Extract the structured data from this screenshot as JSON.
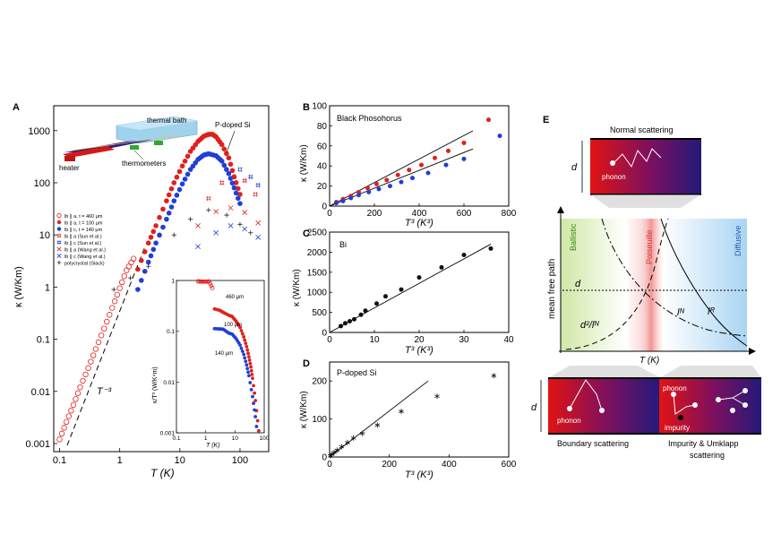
{
  "panels": {
    "A": {
      "label": "A",
      "xlabel": "T (K)",
      "ylabel": "κ (W/Km)",
      "slope_label": "T⁻³",
      "callout": "P-doped Si",
      "schematic": {
        "bath": "thermal bath",
        "heater": "heater",
        "thermometers": "thermometers"
      },
      "legend": [
        {
          "label": "lb ∥ a, t = 460 μm",
          "color": "#e0201b",
          "marker": "circle-open"
        },
        {
          "label": "lb ∥ a, t = 100 μm",
          "color": "#e0201b",
          "marker": "circle"
        },
        {
          "label": "lb ∥ c, t = 140 μm",
          "color": "#1f3fd6",
          "marker": "circle"
        },
        {
          "label": "lb ∥ a (Sun et al.)",
          "color": "#e0201b",
          "marker": "hash"
        },
        {
          "label": "lb ∥ c (Sun et al.)",
          "color": "#1f3fd6",
          "marker": "hash"
        },
        {
          "label": "lb ∥ a (Wang et al.)",
          "color": "#e0201b",
          "marker": "x"
        },
        {
          "label": "lb ∥ c (Wang et al.)",
          "color": "#1f3fd6",
          "marker": "x"
        },
        {
          "label": "polycrystal (Slack)",
          "color": "#222222",
          "marker": "plus"
        }
      ],
      "xticks": [
        "0.1",
        "1",
        "10",
        "100"
      ],
      "yticks": [
        "0.001",
        "0.01",
        "0.1",
        "1",
        "10",
        "100",
        "1000"
      ],
      "inset": {
        "ylabel": "κ/T³ (W/K⁴m)",
        "xlabel": "T (K)",
        "xticks": [
          "0.1",
          "1",
          "10",
          "100"
        ],
        "yticks": [
          "0.001",
          "0.01",
          "0.1",
          "1"
        ],
        "labels": [
          "460 μm",
          "100 μm",
          "140 μm"
        ]
      }
    },
    "B": {
      "label": "B",
      "title": "Black Phosohorus",
      "xlabel": "T³ (K³)",
      "ylabel": "κ (W/Km)",
      "xticks": [
        "0",
        "200",
        "400",
        "600",
        "800"
      ],
      "yticks": [
        "0",
        "20",
        "40",
        "60",
        "80",
        "100"
      ]
    },
    "C": {
      "label": "C",
      "title": "Bi",
      "xlabel": "T³ (K³)",
      "ylabel": "κ (W/Km)",
      "xticks": [
        "0",
        "10",
        "20",
        "30",
        "40"
      ],
      "yticks": [
        "0",
        "500",
        "1000",
        "1500",
        "2000",
        "2500"
      ]
    },
    "D": {
      "label": "D",
      "title": "P-doped Si",
      "xlabel": "T³ (K³)",
      "ylabel": "κ (W/Km)",
      "xticks": [
        "0",
        "200",
        "400",
        "600"
      ],
      "yticks": [
        "0",
        "100",
        "200"
      ]
    },
    "E": {
      "label": "E",
      "normal_title": "Normal scattering",
      "phonon": "phonon",
      "d": "d",
      "ylabel": "mean free path",
      "xlabel": "T (K)",
      "regimes": [
        "Ballistic",
        "Poiseuille",
        "Diffusive"
      ],
      "curve_labels": {
        "d": "d",
        "d2": "d²/lᴺ",
        "lN": "lᴺ",
        "lR": "lᴿ"
      },
      "boundary_caption": "Boundary scattering",
      "impurity_caption_1": "Impurity & Umklapp",
      "impurity_caption_2": "scattering",
      "impurity": "impurity"
    }
  },
  "chart_data": [
    {
      "type": "scatter",
      "panel": "B",
      "title": "Black Phosohorus",
      "xlabel": "T³ (K³)",
      "ylabel": "κ (W/Km)",
      "xlim": [
        0,
        800
      ],
      "ylim": [
        0,
        100
      ],
      "series": [
        {
          "color": "#e0201b",
          "x": [
            30,
            60,
            95,
            130,
            170,
            210,
            255,
            305,
            355,
            410,
            470,
            530,
            600,
            710
          ],
          "y": [
            4,
            7,
            10,
            14,
            18,
            22,
            26,
            31,
            36,
            41,
            48,
            55,
            63,
            86
          ]
        },
        {
          "color": "#1f3fd6",
          "x": [
            30,
            60,
            95,
            130,
            175,
            220,
            270,
            320,
            370,
            440,
            520,
            600,
            760
          ],
          "y": [
            3,
            5,
            8,
            11,
            14,
            17,
            20,
            24,
            28,
            33,
            41,
            47,
            70
          ]
        }
      ],
      "fit_lines": [
        {
          "x": [
            0,
            640
          ],
          "y": [
            0,
            75
          ]
        },
        {
          "x": [
            0,
            640
          ],
          "y": [
            0,
            57
          ]
        }
      ]
    },
    {
      "type": "scatter",
      "panel": "C",
      "title": "Bi",
      "xlabel": "T³ (K³)",
      "ylabel": "κ (W/Km)",
      "xlim": [
        0,
        40
      ],
      "ylim": [
        0,
        2500
      ],
      "series": [
        {
          "color": "#111111",
          "x": [
            2.5,
            3.5,
            4.5,
            5.5,
            7,
            8,
            10.5,
            12.5,
            16,
            20,
            25,
            30,
            36
          ],
          "y": [
            160,
            230,
            280,
            330,
            440,
            540,
            720,
            900,
            1070,
            1370,
            1620,
            1930,
            2090
          ]
        }
      ],
      "fit_lines": [
        {
          "x": [
            0,
            36
          ],
          "y": [
            0,
            2200
          ]
        }
      ]
    },
    {
      "type": "scatter",
      "panel": "D",
      "title": "P-doped Si",
      "xlabel": "T³ (K³)",
      "ylabel": "κ (W/Km)",
      "xlim": [
        0,
        600
      ],
      "ylim": [
        0,
        250
      ],
      "series": [
        {
          "color": "#111111",
          "x": [
            3,
            8,
            15,
            25,
            40,
            60,
            80,
            110,
            160,
            240,
            360,
            550
          ],
          "y": [
            3,
            7,
            12,
            18,
            27,
            38,
            50,
            62,
            84,
            120,
            160,
            214
          ]
        }
      ],
      "fit_lines": [
        {
          "x": [
            0,
            330
          ],
          "y": [
            0,
            200
          ]
        }
      ]
    },
    {
      "type": "scatter",
      "panel": "A",
      "xlabel": "T (K)",
      "ylabel": "κ (W/Km)",
      "x_scale": "log",
      "y_scale": "log",
      "xlim": [
        0.08,
        300
      ],
      "ylim": [
        0.0007,
        3000
      ],
      "series": [
        {
          "name": "lb ∥ a, t = 460 μm",
          "color": "#e0201b",
          "marker": "circle-open",
          "x": [
            0.1,
            0.13,
            0.17,
            0.22,
            0.3,
            0.4,
            0.55,
            0.75,
            1,
            1.3,
            1.7
          ],
          "y": [
            0.0012,
            0.0026,
            0.0055,
            0.012,
            0.028,
            0.065,
            0.16,
            0.4,
            0.95,
            2.1,
            3.5
          ]
        },
        {
          "name": "lb ∥ a, t = 100 μm",
          "color": "#e0201b",
          "marker": "circle",
          "x": [
            2,
            3,
            4,
            6,
            8,
            11,
            15,
            20,
            25,
            30,
            35,
            40,
            50,
            65,
            80,
            100
          ],
          "y": [
            2.2,
            7,
            15,
            45,
            100,
            210,
            400,
            620,
            780,
            850,
            850,
            760,
            540,
            300,
            130,
            60
          ]
        },
        {
          "name": "lb ∥ c, t = 140 μm",
          "color": "#1f3fd6",
          "marker": "circle",
          "x": [
            2,
            3,
            4,
            6,
            8,
            11,
            15,
            20,
            25,
            30,
            40,
            50,
            65,
            80,
            100
          ],
          "y": [
            0.9,
            3,
            7,
            20,
            45,
            95,
            180,
            280,
            340,
            360,
            330,
            260,
            150,
            80,
            40
          ]
        },
        {
          "name": "lb ∥ a (Sun et al.)",
          "color": "#e0201b",
          "marker": "hash",
          "x": [
            30,
            50,
            80,
            120,
            180
          ],
          "y": [
            50,
            100,
            130,
            110,
            60
          ]
        },
        {
          "name": "lb ∥ c (Sun et al.)",
          "color": "#1f3fd6",
          "marker": "hash",
          "x": [
            100,
            150,
            200
          ],
          "y": [
            180,
            130,
            90
          ]
        },
        {
          "name": "lb ∥ a (Wang et al.)",
          "color": "#e0201b",
          "marker": "x",
          "x": [
            20,
            40,
            70,
            120,
            200
          ],
          "y": [
            15,
            28,
            33,
            27,
            17
          ]
        },
        {
          "name": "lb ∥ c (Wang et al.)",
          "color": "#1f3fd6",
          "marker": "x",
          "x": [
            20,
            40,
            70,
            120,
            200
          ],
          "y": [
            6,
            11,
            15,
            13,
            9
          ]
        },
        {
          "name": "polycrystal (Slack)",
          "color": "#222222",
          "marker": "plus",
          "x": [
            0.8,
            1.5,
            3,
            8,
            15,
            30,
            60,
            100,
            150
          ],
          "y": [
            0.9,
            1.5,
            2.5,
            10,
            20,
            30,
            24,
            16,
            11
          ]
        }
      ]
    }
  ]
}
